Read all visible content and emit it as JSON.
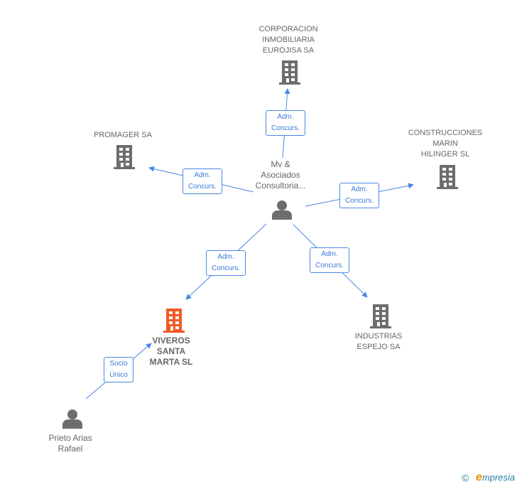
{
  "nodes": {
    "corporacion": {
      "label": [
        "CORPORACION",
        "INMOBILIARIA",
        "EUROJISA SA"
      ],
      "type": "company"
    },
    "promager": {
      "label": [
        "PROMAGER SA"
      ],
      "type": "company"
    },
    "construcciones": {
      "label": [
        "CONSTRUCCIONES",
        "MARIN",
        "HILINGER SL"
      ],
      "type": "company"
    },
    "mv": {
      "label": [
        "Mv &",
        "Asociados",
        "Consultoria..."
      ],
      "type": "person"
    },
    "viveros": {
      "label": [
        "VIVEROS",
        "SANTA",
        "MARTA SL"
      ],
      "type": "company",
      "highlight": true
    },
    "industrias": {
      "label": [
        "INDUSTRIAS",
        "ESPEJO SA"
      ],
      "type": "company"
    },
    "prieto": {
      "label": [
        "Prieto Arias",
        "Rafael"
      ],
      "type": "person"
    }
  },
  "edges": [
    {
      "from": "mv",
      "to": "corporacion",
      "label": [
        "Adm.",
        "Concurs."
      ]
    },
    {
      "from": "mv",
      "to": "promager",
      "label": [
        "Adm.",
        "Concurs."
      ]
    },
    {
      "from": "mv",
      "to": "construcciones",
      "label": [
        "Adm.",
        "Concurs."
      ]
    },
    {
      "from": "mv",
      "to": "viveros",
      "label": [
        "Adm.",
        "Concurs."
      ]
    },
    {
      "from": "mv",
      "to": "industrias",
      "label": [
        "Adm.",
        "Concurs."
      ]
    },
    {
      "from": "prieto",
      "to": "viveros",
      "label": [
        "Socio",
        "Único"
      ]
    }
  ],
  "footer": {
    "copyright": "©",
    "brand_first": "e",
    "brand_rest": "mpresia"
  },
  "colors": {
    "edge": "#4a86e8",
    "icon": "#6d6d6d",
    "highlight": "#f05a28"
  }
}
